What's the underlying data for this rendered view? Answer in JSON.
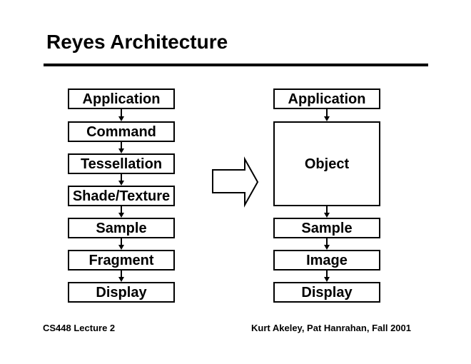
{
  "title": "Reyes Architecture",
  "pipelines": {
    "left": {
      "stages": [
        "Application",
        "Command",
        "Tessellation",
        "Shade/Texture",
        "Sample",
        "Fragment",
        "Display"
      ]
    },
    "right": {
      "stages": [
        "Application",
        "Object",
        "Sample",
        "Image",
        "Display"
      ]
    }
  },
  "footer": {
    "course": "CS448 Lecture 2",
    "credits": "Kurt Akeley, Pat Hanrahan, Fall 2001"
  },
  "colors": {
    "ink": "#000000",
    "background": "#ffffff"
  }
}
